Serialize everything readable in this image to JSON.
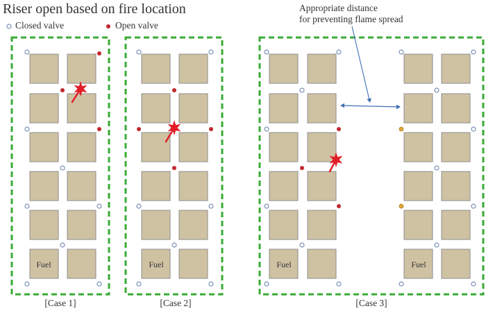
{
  "title": "Riser open based on fire location",
  "legend": {
    "closed_label": "Closed valve",
    "open_label": "Open valve"
  },
  "annotation": {
    "line1": "Appropriate distance",
    "line2": "for preventing flame spread"
  },
  "fuel_label": "Fuel",
  "colors": {
    "boundary": "#3aaa35",
    "room_fill": "#cfc2a3",
    "room_stroke": "#8c8c8c",
    "closed_valve": "#7a8fb5",
    "open_valve": "#c0282e",
    "flame": "#e11e26",
    "arrow": "#3f6fb5",
    "intermediate_valve": "#e0a43a"
  },
  "cases": [
    {
      "label": "[Case 1]"
    },
    {
      "label": "[Case 2]"
    },
    {
      "label": "[Case 3]"
    }
  ]
}
